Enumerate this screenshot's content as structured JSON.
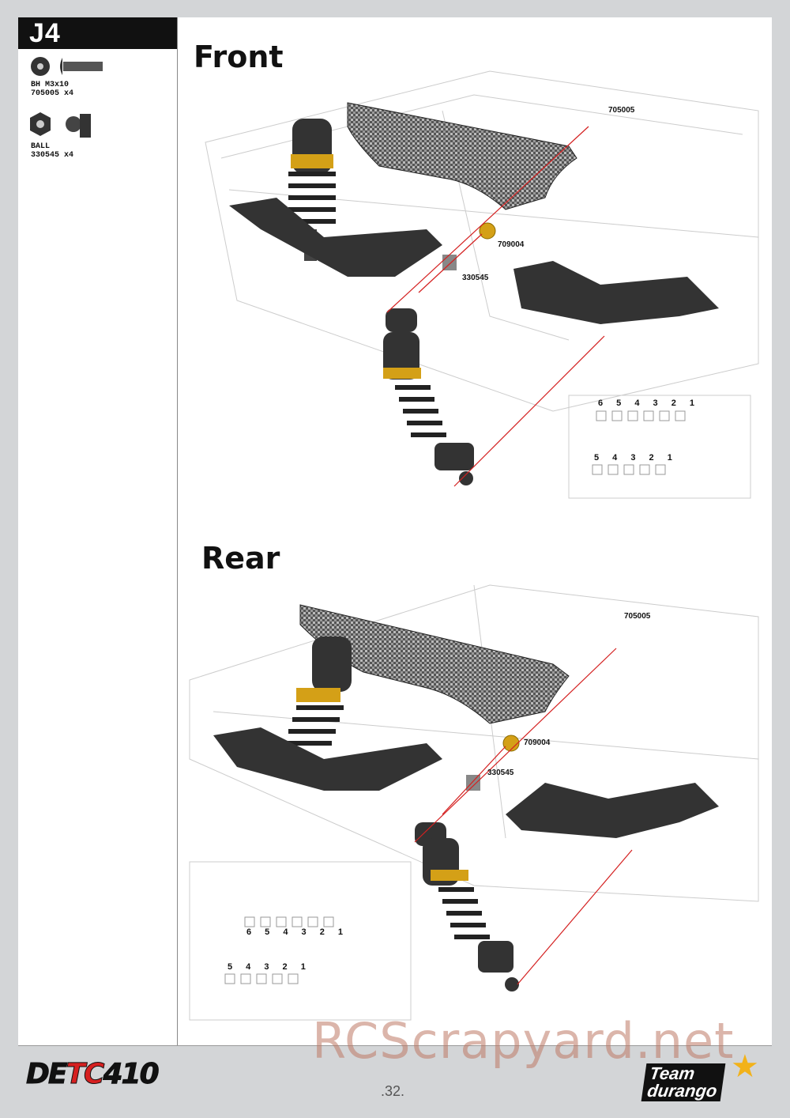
{
  "step": "J4",
  "parts": [
    {
      "name": "BH M3x10",
      "code": "705005 x4"
    },
    {
      "name": "BALL",
      "code": "330545 x4"
    }
  ],
  "sections": {
    "front": {
      "title": "Front",
      "callouts": [
        "705005",
        "709004",
        "330545"
      ],
      "inset_upper": "6 5 4 3 2 1",
      "inset_lower": "5 4 3 2 1"
    },
    "rear": {
      "title": "Rear",
      "callouts": [
        "705005",
        "709004",
        "330545"
      ],
      "inset_upper": "6 5 4 3 2 1",
      "inset_lower": "5 4 3 2 1"
    }
  },
  "footer": {
    "page": ".32.",
    "logo_left": "DETC410",
    "logo_left_a": "DE",
    "logo_left_b": "TC",
    "logo_left_c": "410",
    "logo_right_1": "Team",
    "logo_right_2": "durango",
    "watermark": "RCScrapyard.net"
  },
  "colors": {
    "arrow": "#d42020",
    "gold": "#d4a017",
    "panel": "#ffffff",
    "bg": "#d3d5d7"
  }
}
